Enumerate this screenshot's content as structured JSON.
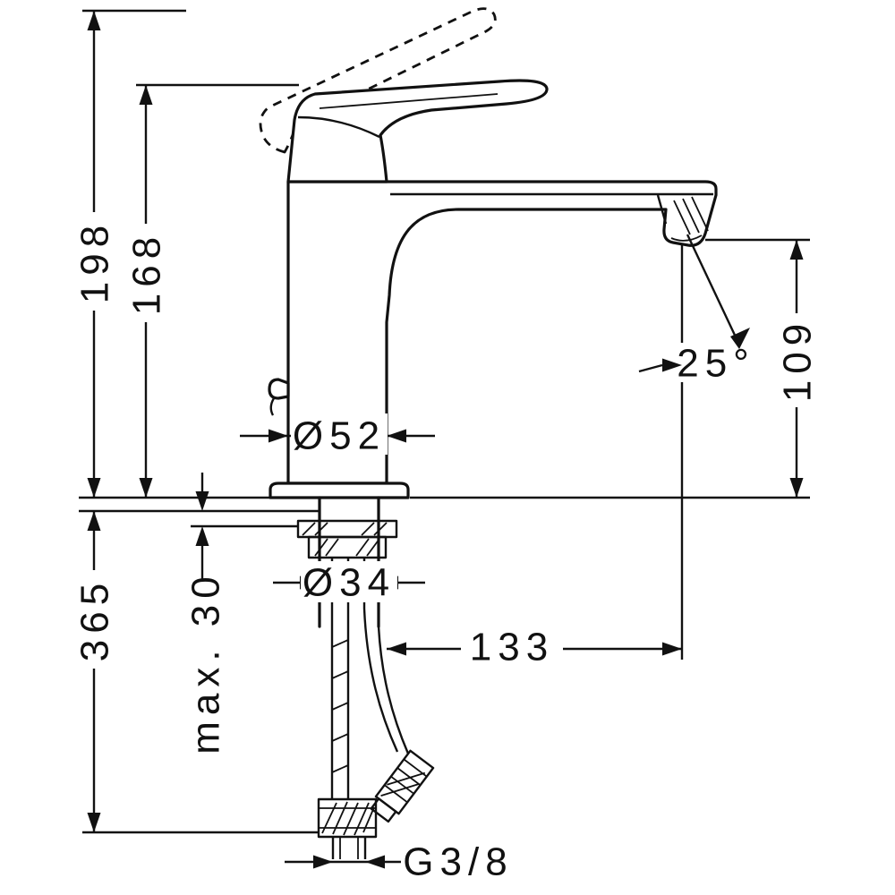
{
  "drawing": {
    "kind": "technical-dimension-drawing"
  },
  "colors": {
    "background": "#ffffff",
    "line": "#111111"
  },
  "dims": {
    "overall_height": "198",
    "body_height": "168",
    "below_counter_length": "365",
    "max_counter_thickness": "max. 30",
    "body_diameter": "Ø52",
    "shank_diameter": "Ø34",
    "spout_reach": "133",
    "spout_outlet_height": "109",
    "spout_angle": "25°",
    "connection_thread": "G3/8"
  }
}
